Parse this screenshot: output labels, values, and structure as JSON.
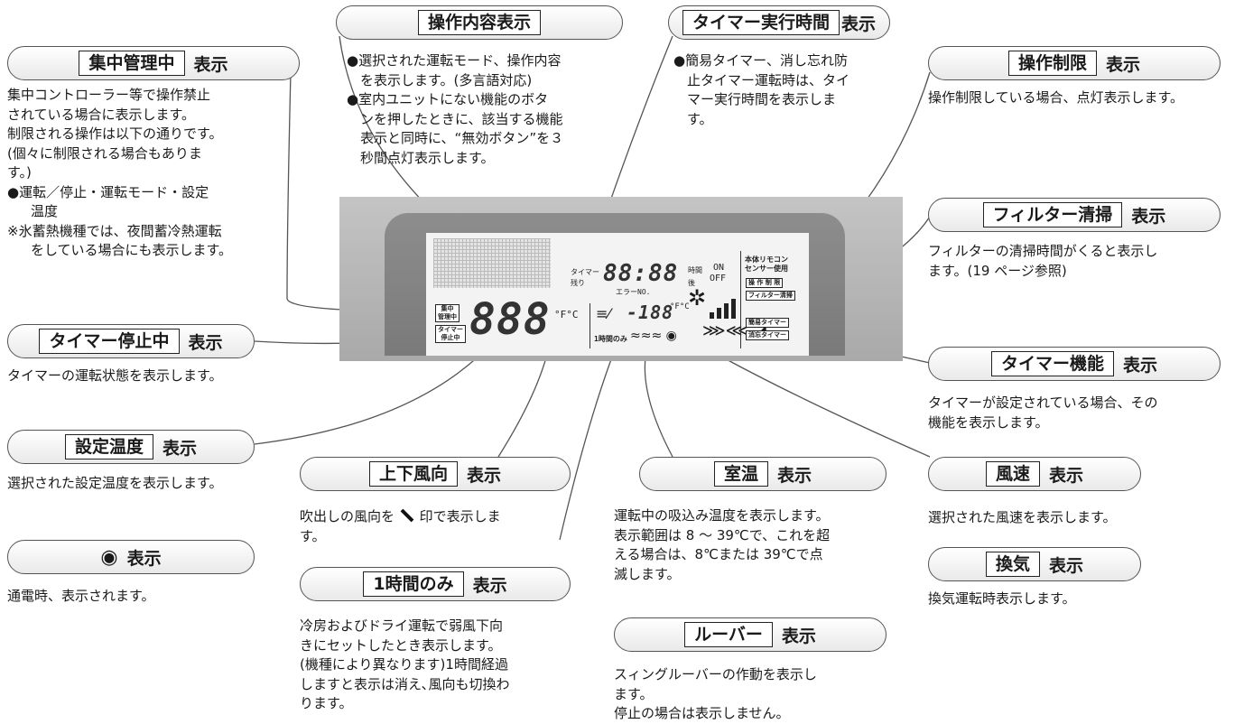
{
  "labels": {
    "shuchu": {
      "box": "集中管理中",
      "suffix": "表示"
    },
    "sosa_naiyo": {
      "box": "操作内容表示"
    },
    "timer_jikko": {
      "box": "タイマー実行時間",
      "suffix": "表示"
    },
    "sosa_seigen": {
      "box": "操作制限",
      "suffix": "表示"
    },
    "filter": {
      "box": "フィルター清掃",
      "suffix": "表示"
    },
    "timer_teishi": {
      "box": "タイマー停止中",
      "suffix": "表示"
    },
    "timer_kino": {
      "box": "タイマー機能",
      "suffix": "表示"
    },
    "settei_ondo": {
      "box": "設定温度",
      "suffix": "表示"
    },
    "joge_fuko": {
      "box": "上下風向",
      "suffix": "表示"
    },
    "shitsuon": {
      "box": "室温",
      "suffix": "表示"
    },
    "fusoku": {
      "box": "風速",
      "suffix": "表示"
    },
    "power": {
      "symbol": "◉",
      "suffix": "表示"
    },
    "ichijikan": {
      "box": "1時間のみ",
      "suffix": "表示"
    },
    "kanki": {
      "box": "換気",
      "suffix": "表示"
    },
    "louver": {
      "box": "ルーバー",
      "suffix": "表示"
    }
  },
  "descriptions": {
    "shuchu": [
      "集中コントローラー等で操作禁止",
      "されている場合に表示します。",
      "制限される操作は以下の通りです。",
      "(個々に制限される場合もありま",
      "す。)"
    ],
    "shuchu_bullet1": "●運転／停止・運転モード・設定",
    "shuchu_bullet1b": "温度",
    "shuchu_note1": "※氷蓄熱機種では、夜間蓄冷熱運転",
    "shuchu_note1b": "をしている場合にも表示します。",
    "sosa_naiyo": [
      "●選択された運転モード、操作内容",
      "を表示します。(多言語対応)",
      "●室内ユニットにない機能のボタ",
      "ンを押したときに、該当する機能",
      "表示と同時に、“無効ボタン”を３",
      "秒間点灯表示します。"
    ],
    "timer_jikko": [
      "●簡易タイマー、消し忘れ防",
      "止タイマー運転時は、タイ",
      "マー実行時間を表示しま",
      "す。"
    ],
    "sosa_seigen": [
      "操作制限している場合、点灯表示します。"
    ],
    "filter": [
      "フィルターの清掃時間がくると表示し",
      "ます。(19 ページ参照)"
    ],
    "timer_teishi": [
      "タイマーの運転状態を表示します。"
    ],
    "timer_kino": [
      "タイマーが設定されている場合、その",
      "機能を表示します。"
    ],
    "settei_ondo": [
      "選択された設定温度を表示します。"
    ],
    "joge_fuko": [
      "吹出しの風向を",
      "印で表示しま",
      "す。"
    ],
    "shitsuon": [
      "運転中の吸込み温度を表示します。",
      "表示範囲は 8 ～ 39℃で、これを超",
      "える場合は、8℃または 39℃で点",
      "滅します。"
    ],
    "fusoku": [
      "選択された風速を表示します。"
    ],
    "power": [
      "通電時、表示されます。"
    ],
    "ichijikan": [
      "冷房およびドライ運転で弱風下向",
      "きにセットしたとき表示します。",
      "(機種により異なります)1時間経過",
      "しますと表示は消え､風向も切換わ",
      "ります。"
    ],
    "kanki": [
      "換気運転時表示します。"
    ],
    "louver": [
      "スィングルーバーの作動を表示し",
      "ます。",
      "停止の場合は表示しません。"
    ]
  },
  "lcd": {
    "timer_remaining": "タイマー",
    "remaining": "残り",
    "clock": "88:88",
    "jikan": "時間",
    "go": "後",
    "on": "ON",
    "off": "OFF",
    "error_no": "エラーNO.",
    "temp_big": "888",
    "unit_fc": "°F°C",
    "room_temp": "-188",
    "unit_fc2": "°F°C",
    "one_hour": "1時間のみ",
    "shuchu_tag_1": "集中",
    "shuchu_tag_2": "管理中",
    "timer_tag_1": "タイマー",
    "timer_tag_2": "停止中",
    "honbody_1": "本体リモコン",
    "honbody_2": "センサー使用",
    "sosa_tag": "操 作 制 限",
    "filter_tag": "フィルター清掃",
    "kan_i_tag": "簡易タイマー",
    "keshi_tag": "消忘タイマー"
  }
}
